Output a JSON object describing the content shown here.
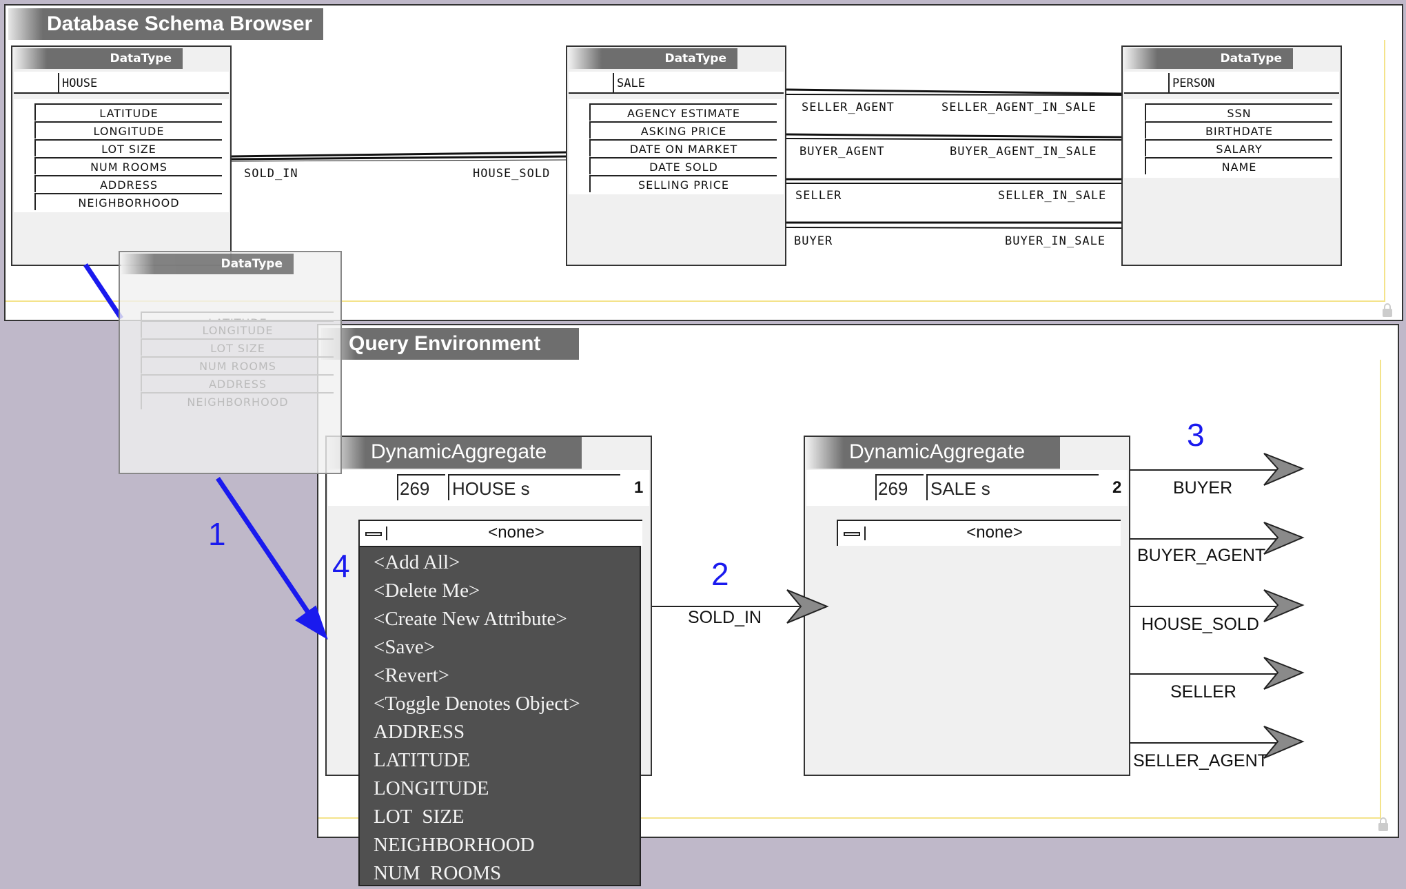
{
  "schema_browser": {
    "title": "Database Schema Browser",
    "datatypes": [
      {
        "header": "DataType",
        "name": "HOUSE",
        "attributes": [
          "LATITUDE",
          "LONGITUDE",
          "LOT SIZE",
          "NUM ROOMS",
          "ADDRESS",
          "NEIGHBORHOOD"
        ]
      },
      {
        "header": "DataType",
        "name": "SALE",
        "attributes": [
          "AGENCY ESTIMATE",
          "ASKING PRICE",
          "DATE ON MARKET",
          "DATE SOLD",
          "SELLING PRICE"
        ]
      },
      {
        "header": "DataType",
        "name": "PERSON",
        "attributes": [
          "SSN",
          "BIRTHDATE",
          "SALARY",
          "NAME"
        ]
      }
    ],
    "relations": [
      {
        "left": "SOLD_IN",
        "right": "HOUSE_SOLD"
      },
      {
        "left": "SELLER_AGENT",
        "right": "SELLER_AGENT_IN_SALE"
      },
      {
        "left": "BUYER_AGENT",
        "right": "BUYER_AGENT_IN_SALE"
      },
      {
        "left": "SELLER",
        "right": "SELLER_IN_SALE"
      },
      {
        "left": "BUYER",
        "right": "BUYER_IN_SALE"
      }
    ]
  },
  "drag_ghost": {
    "header": "DataType",
    "attributes": [
      "LATITUDE",
      "LONGITUDE",
      "LOT SIZE",
      "NUM ROOMS",
      "ADDRESS",
      "NEIGHBORHOOD"
    ]
  },
  "query_environment": {
    "title": "Query Environment",
    "aggregates": [
      {
        "header": "DynamicAggregate",
        "count": "269",
        "type": "HOUSE s",
        "number": "1",
        "selector": "<none>"
      },
      {
        "header": "DynamicAggregate",
        "count": "269",
        "type": "SALE s",
        "number": "2",
        "selector": "<none>"
      }
    ],
    "link_label": "SOLD_IN",
    "outputs": [
      "BUYER",
      "BUYER_AGENT",
      "HOUSE_SOLD",
      "SELLER",
      "SELLER_AGENT"
    ],
    "menu_items": [
      "<Add All>",
      "<Delete Me>",
      "<Create New Attribute>",
      "<Save>",
      "<Revert>",
      "<Toggle Denotes Object>",
      "ADDRESS",
      "LATITUDE",
      "LONGITUDE",
      "LOT  SIZE",
      "NEIGHBORHOOD",
      "NUM  ROOMS"
    ],
    "step_labels": [
      "1",
      "2",
      "3",
      "4"
    ]
  },
  "colors": {
    "step_blue": "#1a1aee",
    "menu_bg": "#505050",
    "desktop_bg": "#bfb8c9",
    "panel_yellow": "#f4e38b"
  }
}
